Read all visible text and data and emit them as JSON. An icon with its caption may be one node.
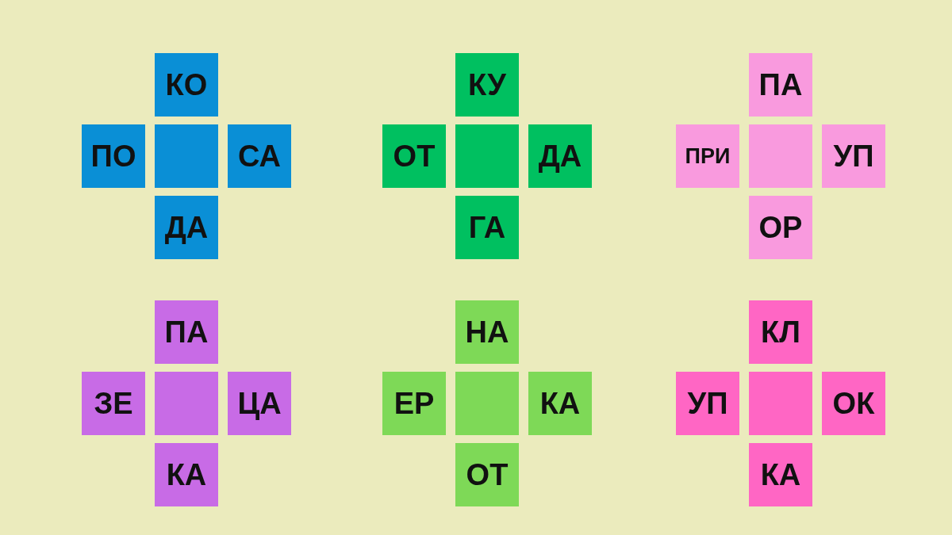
{
  "diagram": {
    "nodes": [
      {
        "text": [
          "КО"
        ]
      },
      {
        "text": [
          "ПО"
        ]
      },
      {
        "text": [],
        "shape": "box"
      },
      {
        "text": [
          "СА"
        ]
      },
      {
        "text": [
          "ДА"
        ]
      },
      {
        "text": [
          "КУ"
        ]
      },
      {
        "text": [
          "ОТ"
        ]
      },
      {
        "text": [],
        "shape": "box"
      },
      {
        "text": [
          "ДА"
        ]
      },
      {
        "text": [
          "ГА"
        ]
      },
      {
        "text": [
          "ПА"
        ]
      },
      {
        "text": [
          "ПРИ"
        ]
      },
      {
        "text": [],
        "shape": "box"
      },
      {
        "text": [
          "УП"
        ]
      },
      {
        "text": [
          "ОР"
        ]
      },
      {
        "text": [
          "ПА"
        ]
      },
      {
        "text": [
          "ЗЕ"
        ]
      },
      {
        "text": [],
        "shape": "box"
      },
      {
        "text": [
          "ЦА"
        ]
      },
      {
        "text": [
          "КА"
        ]
      },
      {
        "text": [
          "НА"
        ]
      },
      {
        "text": [
          "ЕР"
        ]
      },
      {
        "text": [],
        "shape": "box"
      },
      {
        "text": [
          "КА"
        ]
      },
      {
        "text": [
          "ОТ"
        ]
      },
      {
        "text": [
          "КЛ"
        ]
      },
      {
        "text": [
          "УП"
        ]
      },
      {
        "text": [],
        "shape": "box"
      },
      {
        "text": [
          "ОК"
        ]
      },
      {
        "text": [
          "КА"
        ]
      }
    ]
  }
}
